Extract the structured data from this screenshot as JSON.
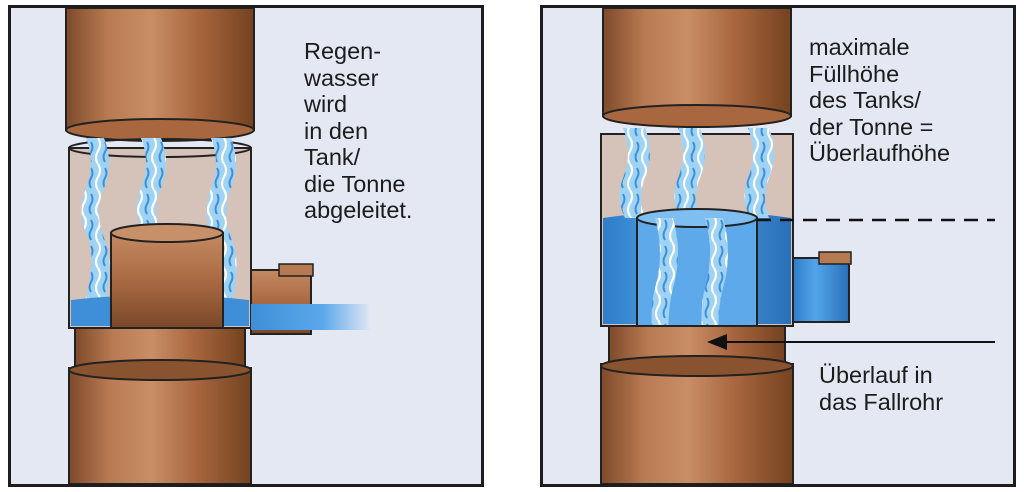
{
  "left_panel": {
    "caption_lines": [
      "Regen-",
      "wasser",
      "wird",
      "in den",
      "Tank/",
      "die Tonne",
      "abgeleitet."
    ]
  },
  "right_panel": {
    "top_caption_lines": [
      "maximale",
      "Füllhöhe",
      "des Tanks/",
      "der Tonne =",
      "Überlaufhöhe"
    ],
    "bottom_caption_lines": [
      "Überlauf in",
      "das Fallrohr"
    ]
  },
  "colors": {
    "background": "#e4e8f3",
    "border": "#1d1d1d",
    "pipe_copper": "#b5744d",
    "pipe_dark": "#7a4828",
    "water_blue": "#3f8fd8",
    "water_light": "#bfe4fa"
  }
}
